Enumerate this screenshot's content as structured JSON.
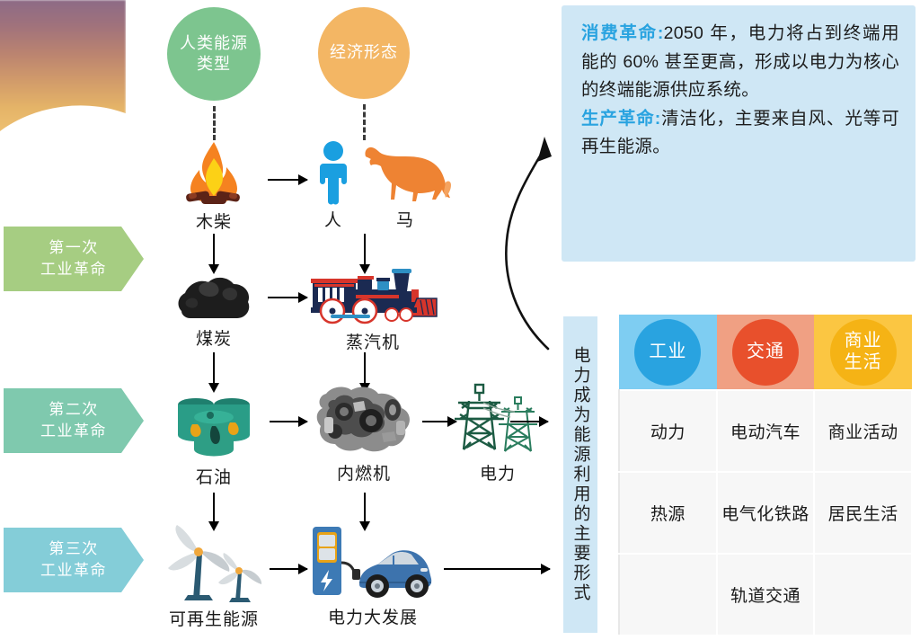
{
  "categories": {
    "energy": {
      "label": "人类能源\n类型",
      "line1": "人类能源",
      "line2": "类型",
      "color": "#7dc58f"
    },
    "economy": {
      "label": "经济形态",
      "line1": "经济形态",
      "line2": "",
      "color": "#f3b664"
    }
  },
  "revolutions": [
    {
      "line1": "第一次",
      "line2": "工业革命",
      "color": "#a6cd82"
    },
    {
      "line1": "第二次",
      "line2": "工业革命",
      "color": "#7fc9ae"
    },
    {
      "line1": "第三次",
      "line2": "工业革命",
      "color": "#84cdd8"
    }
  ],
  "flow": {
    "row1": {
      "energy": {
        "caption": "木柴",
        "icon": "campfire-icon"
      },
      "econ_a": {
        "caption": "人",
        "icon": "person-icon"
      },
      "econ_b": {
        "caption": "马",
        "icon": "horse-icon"
      }
    },
    "row2": {
      "energy": {
        "caption": "煤炭",
        "icon": "coal-icon"
      },
      "econ": {
        "caption": "蒸汽机",
        "icon": "steam-locomotive-icon"
      }
    },
    "row3": {
      "energy": {
        "caption": "石油",
        "icon": "oil-barrel-icon"
      },
      "econ": {
        "caption": "内燃机",
        "icon": "engine-icon"
      },
      "power": {
        "caption": "电力",
        "icon": "transmission-tower-icon"
      }
    },
    "row4": {
      "energy": {
        "caption": "可再生能源",
        "icon": "wind-turbine-icon"
      },
      "econ": {
        "caption": "电力大发展",
        "icon": "ev-charging-icon"
      }
    }
  },
  "info_box": {
    "bg_color": "#cfe7f5",
    "lead_color": "#29a3e0",
    "paragraph1_lead": "消费革命:",
    "paragraph1_body": "2050 年，电力将占到终端用能的 60% 甚至更高，形成以电力为核心的终端能源供应系统。",
    "paragraph2_lead": "生产革命:",
    "paragraph2_body": "清洁化，主要来自风、光等可再生能源。"
  },
  "vertical_strip": {
    "text": "电力成为能源利用的主要形式",
    "bg_color": "#cfe7f5"
  },
  "table": {
    "headers": [
      {
        "label": "工业",
        "line1": "工业",
        "line2": "",
        "cell_bg": "#7ecdf2",
        "disc_bg": "#29a3e0"
      },
      {
        "label": "交通",
        "line1": "交通",
        "line2": "",
        "cell_bg": "#f0a083",
        "disc_bg": "#e8502c"
      },
      {
        "label": "商业生活",
        "line1": "商业",
        "line2": "生活",
        "cell_bg": "#fbc642",
        "disc_bg": "#f5b315"
      }
    ],
    "rows": [
      [
        "动力",
        "电动汽车",
        "商业活动"
      ],
      [
        "热源",
        "电气化铁路",
        "居民生活"
      ],
      [
        "",
        "轨道交通",
        ""
      ]
    ]
  }
}
